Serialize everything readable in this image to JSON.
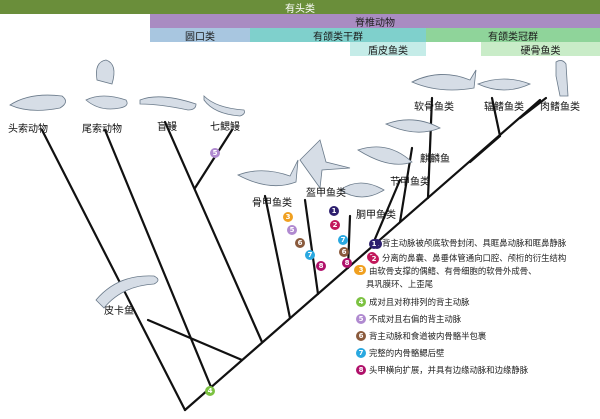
{
  "bands": {
    "head": "有头类",
    "vertebrata": "脊椎动物",
    "cyclostomes": "圆口类",
    "stem_gnathostomes": "有颌类干群",
    "crown_gnathostomes": "有颌类冠群",
    "placoderms": "盾皮鱼类",
    "osteichthyes": "硬骨鱼类"
  },
  "taxa": {
    "cephalochordata": "头索动物",
    "urochordata": "尾索动物",
    "hagfish": "盲鳗",
    "lamprey": "七鳃鳗",
    "pikaia": "皮卡鱼",
    "osteostraci": "骨甲鱼类",
    "galeaspida": "盔甲鱼类",
    "antiarchi": "胴甲鱼类",
    "arthrodira": "节甲鱼类",
    "qilinyu": "麒麟鱼",
    "chondrichthyes": "软骨鱼类",
    "actinopterygii": "辐鳍鱼类",
    "sarcopterygii": "肉鳍鱼类"
  },
  "legend": [
    {
      "num": "1",
      "text": "背主动脉被颅底软骨封闭、具眶鼻动脉和眶鼻静脉",
      "color": "#2d1f6e"
    },
    {
      "num": "2",
      "text": "分离的鼻囊、鼻垂体管通向口腔、颅桁的衍生结构",
      "color": "#c2185b"
    },
    {
      "num": "3",
      "text": "由软骨支撑的偶鳍、有骨细胞的软骨外成骨、",
      "text2": "具巩膜环、上歪尾",
      "color": "#f0a020"
    },
    {
      "num": "4",
      "text": "成对且对称排列的背主动脉",
      "color": "#7cc242"
    },
    {
      "num": "5",
      "text": "不成对且右偏的背主动脉",
      "color": "#b08ad0"
    },
    {
      "num": "6",
      "text": "背主动脉和食道被内骨骼半包裹",
      "color": "#8a5a3c"
    },
    {
      "num": "7",
      "text": "完整的内骨骼鳃后壁",
      "color": "#29a8e0"
    },
    {
      "num": "8",
      "text": "头甲横向扩展，并具有边缘动脉和边缘静脉",
      "color": "#b0106a"
    }
  ],
  "tree_nodes": {
    "n4": "4",
    "n5": "5"
  }
}
